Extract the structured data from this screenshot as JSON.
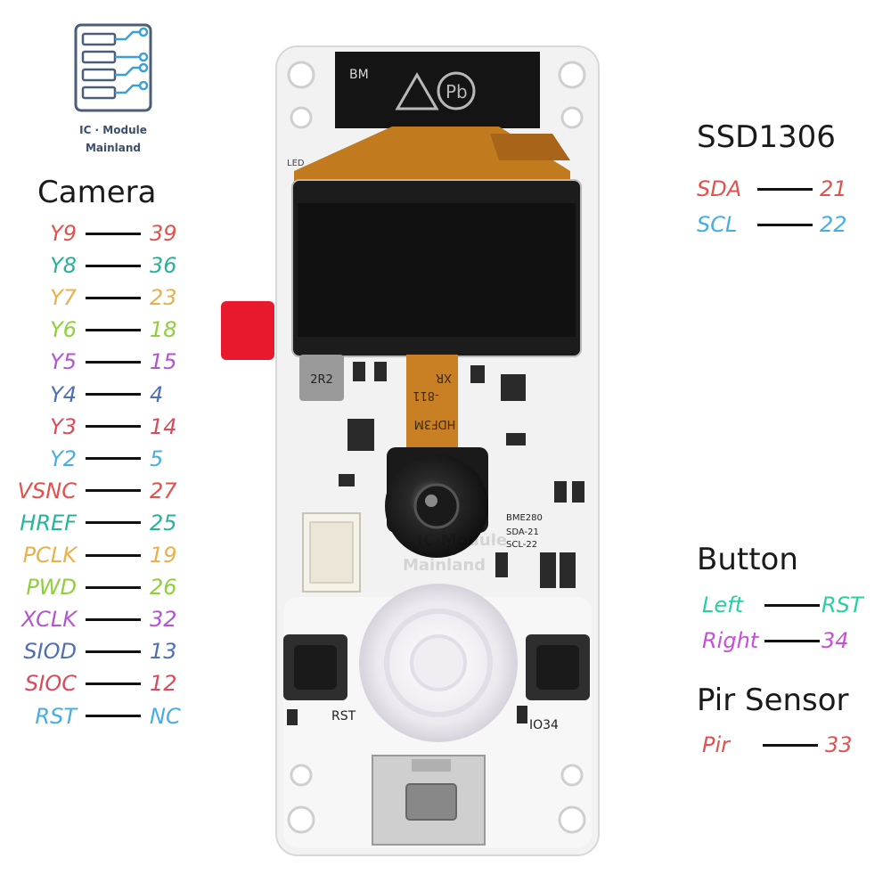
{
  "logo": {
    "line1": "IC · Module",
    "line2": "Mainland"
  },
  "camera": {
    "title": "Camera",
    "pins": [
      {
        "label": "Y9",
        "value": "39",
        "color": "#e0524e"
      },
      {
        "label": "Y8",
        "value": "36",
        "color": "#27b39a"
      },
      {
        "label": "Y7",
        "value": "23",
        "color": "#e9b04b"
      },
      {
        "label": "Y6",
        "value": "18",
        "color": "#8fcf3c"
      },
      {
        "label": "Y5",
        "value": "15",
        "color": "#b455cf"
      },
      {
        "label": "Y4",
        "value": "4",
        "color": "#4e6fb5"
      },
      {
        "label": "Y3",
        "value": "14",
        "color": "#d94b5c"
      },
      {
        "label": "Y2",
        "value": "5",
        "color": "#47aee0"
      },
      {
        "label": "VSNC",
        "value": "27",
        "color": "#e0524e"
      },
      {
        "label": "HREF",
        "value": "25",
        "color": "#27b39a"
      },
      {
        "label": "PCLK",
        "value": "19",
        "color": "#e9b04b"
      },
      {
        "label": "PWD",
        "value": "26",
        "color": "#8fcf3c"
      },
      {
        "label": "XCLK",
        "value": "32",
        "color": "#b455cf"
      },
      {
        "label": "SIOD",
        "value": "13",
        "color": "#4e6fb5"
      },
      {
        "label": "SIOC",
        "value": "12",
        "color": "#d94b5c"
      },
      {
        "label": "RST",
        "value": "NC",
        "color": "#47aee0"
      }
    ]
  },
  "ssd1306": {
    "title": "SSD1306",
    "pins": [
      {
        "label": "SDA",
        "value": "21",
        "color": "#e0524e"
      },
      {
        "label": "SCL",
        "value": "22",
        "color": "#47aee0"
      }
    ]
  },
  "button": {
    "title": "Button",
    "pins": [
      {
        "label": "Left",
        "value": "RST",
        "color": "#27d0a3"
      },
      {
        "label": "Right",
        "value": "34",
        "color": "#c64fd6"
      }
    ]
  },
  "pir": {
    "title": "Pir Sensor",
    "pins": [
      {
        "label": "Pir",
        "value": "33",
        "color": "#e0524e"
      }
    ]
  },
  "board": {
    "top_chip": "BM",
    "flex_text1": "HDF3M",
    "flex_text2": "-811",
    "flex_text3": "XR",
    "inductor": "2R2",
    "silk_bme": "BME280",
    "silk_sda": "SDA-21",
    "silk_scl": "SCL-22",
    "rst_label": "RST",
    "io34_label": "IO34",
    "led_label": "LED",
    "watermark1": "IC·Module",
    "watermark2": "Mainland"
  }
}
